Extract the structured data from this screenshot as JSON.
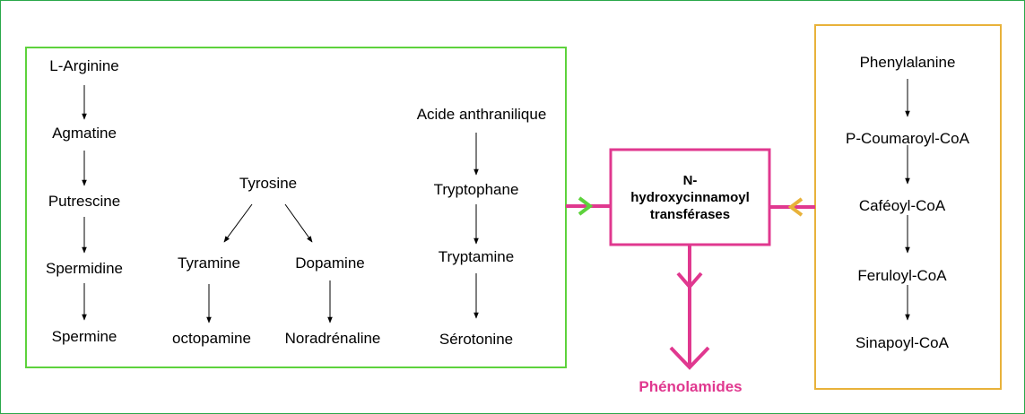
{
  "colors": {
    "outer_frame": "#2aa84a",
    "left_box": "#5dd23c",
    "right_box": "#e8b23a",
    "enzyme": "#e0388f",
    "arrow": "#000000"
  },
  "pathways": {
    "arginine": [
      "L-Arginine",
      "Agmatine",
      "Putrescine",
      "Spermidine",
      "Spermine"
    ],
    "tyrosine": {
      "root": "Tyrosine",
      "left": [
        "Tyramine",
        "octopamine"
      ],
      "right": [
        "Dopamine",
        "Noradrénaline"
      ]
    },
    "tryptophan": [
      "Acide anthranilique",
      "Tryptophane",
      "Tryptamine",
      "Sérotonine"
    ],
    "phenylalanine": [
      "Phenylalanine",
      "P-Coumaroyl-CoA",
      "Caféoyl-CoA",
      "Feruloyl-CoA",
      "Sinapoyl-CoA"
    ]
  },
  "enzyme": {
    "lines": [
      "N-",
      "hydroxycinnamoyl",
      "transférases"
    ]
  },
  "product": "Phénolamides"
}
